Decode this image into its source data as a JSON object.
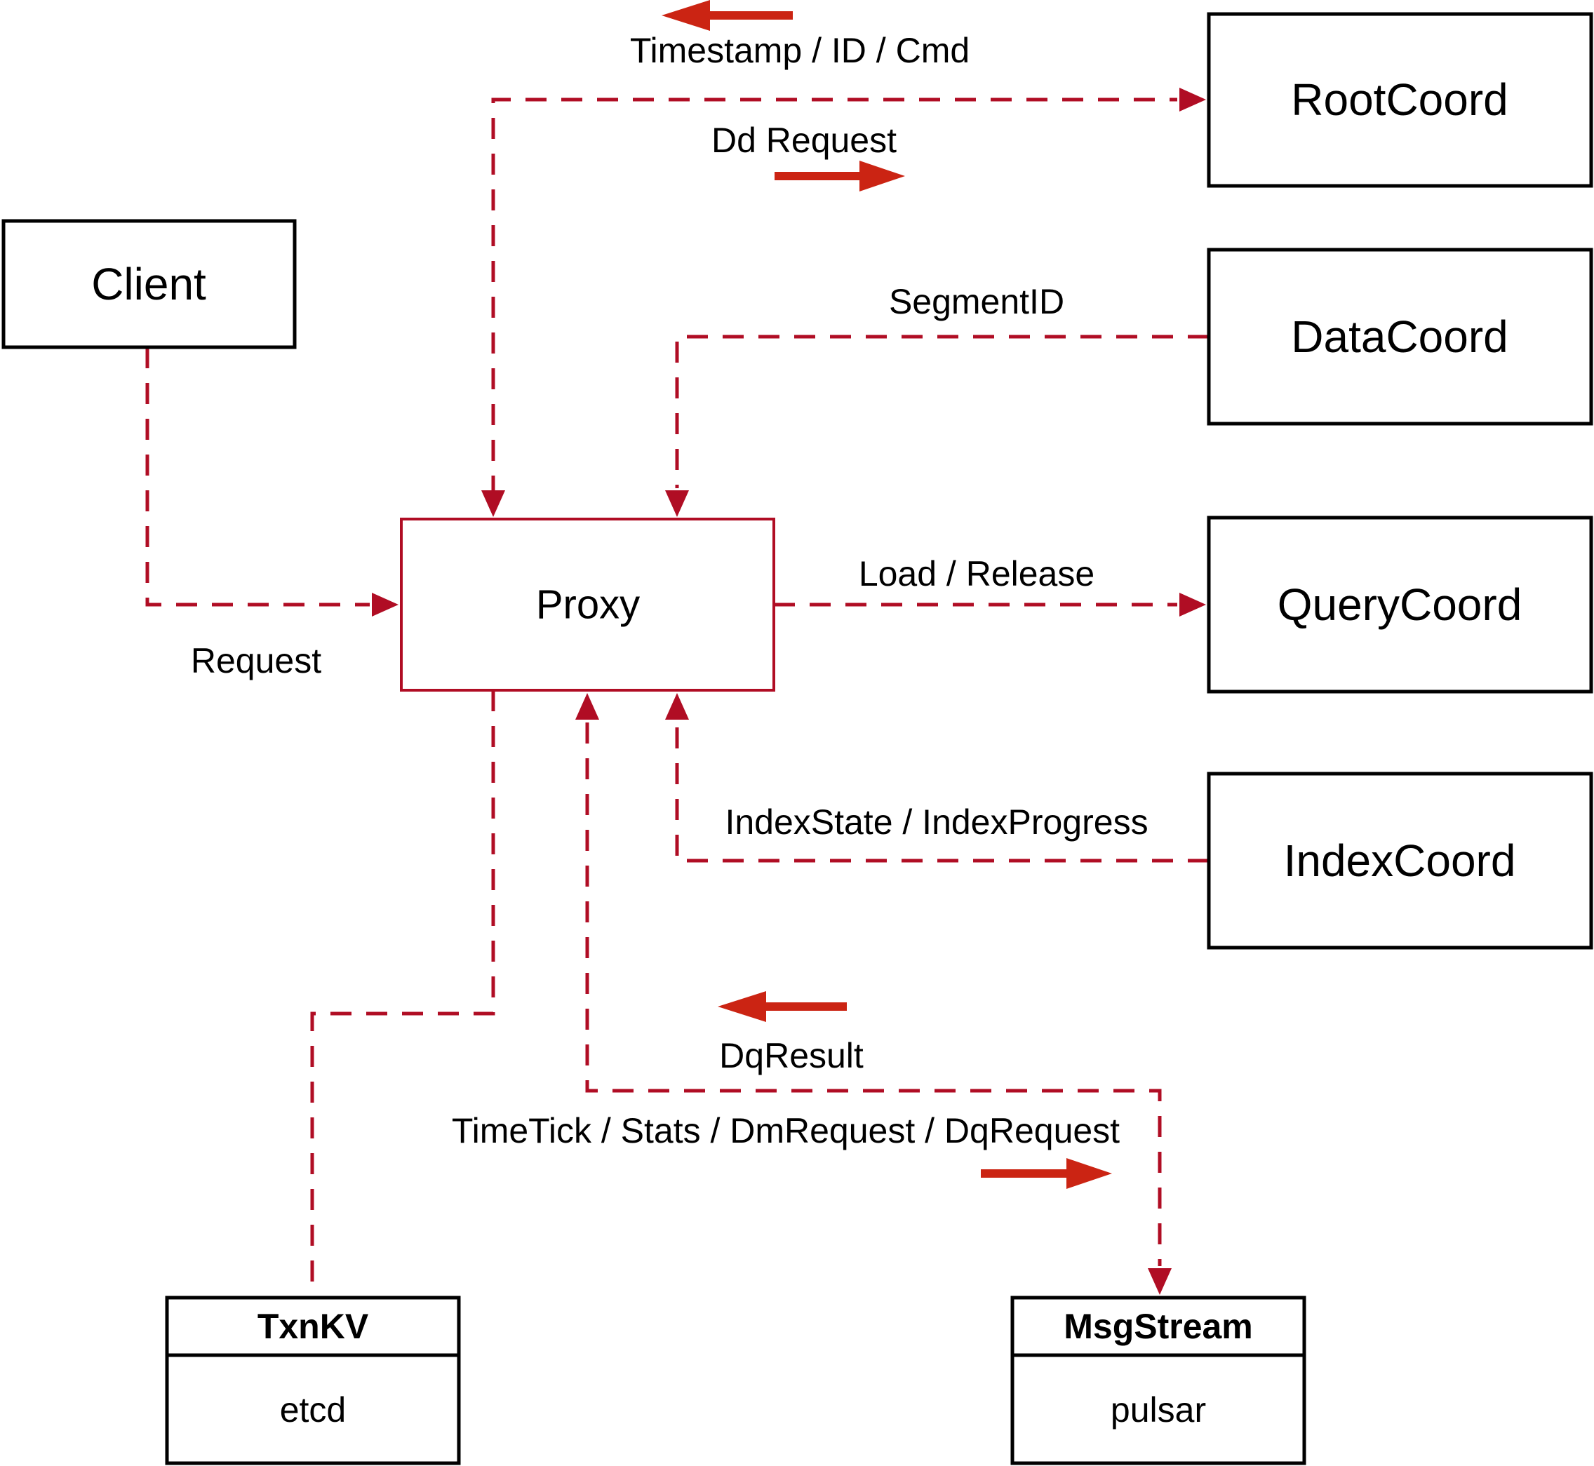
{
  "colors": {
    "line": "#b00d24",
    "arrow": "#cb2413",
    "border": "#000000",
    "text": "#000000",
    "background": "#ffffff"
  },
  "nodes": {
    "client": {
      "label": "Client"
    },
    "root_coord": {
      "label": "RootCoord"
    },
    "data_coord": {
      "label": "DataCoord"
    },
    "query_coord": {
      "label": "QueryCoord"
    },
    "index_coord": {
      "label": "IndexCoord"
    },
    "proxy": {
      "label": "Proxy"
    },
    "txn_kv": {
      "title": "TxnKV",
      "impl": "etcd"
    },
    "msg_stream": {
      "title": "MsgStream",
      "impl": "pulsar"
    }
  },
  "edges": {
    "root_to_proxy": {
      "label": "Timestamp / ID / Cmd"
    },
    "proxy_to_root": {
      "label": "Dd Request"
    },
    "data_to_proxy": {
      "label": "SegmentID"
    },
    "client_to_proxy": {
      "label": "Request"
    },
    "proxy_to_query": {
      "label": "Load / Release"
    },
    "index_to_proxy": {
      "label": "IndexState / IndexProgress"
    },
    "msg_to_proxy": {
      "label": "DqResult"
    },
    "proxy_to_msg": {
      "label": "TimeTick / Stats / DmRequest / DqRequest"
    }
  }
}
